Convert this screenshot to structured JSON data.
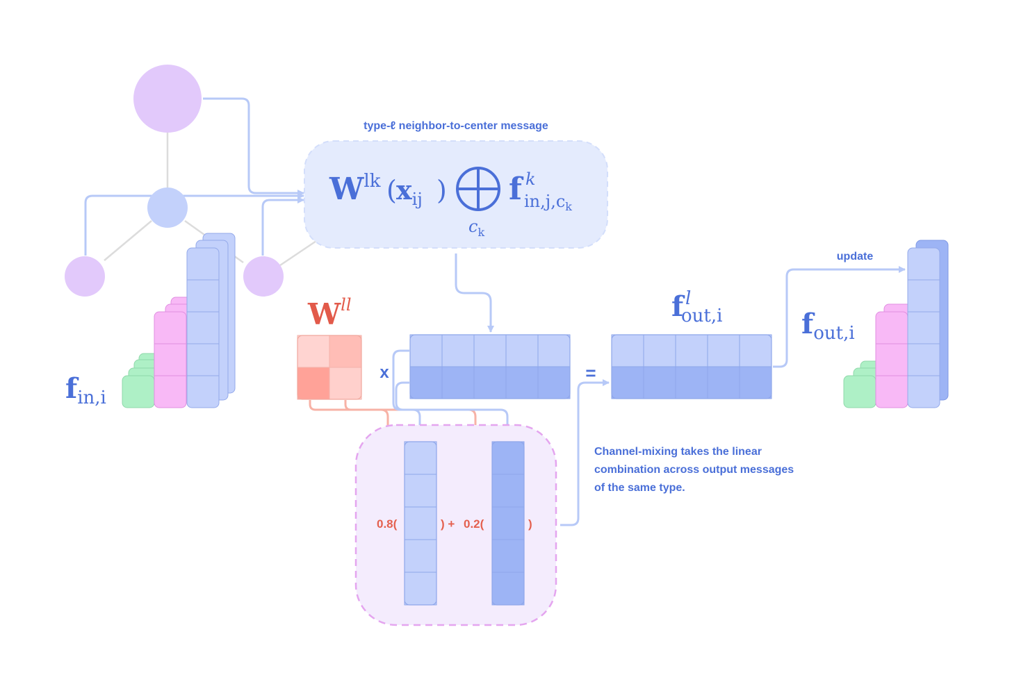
{
  "labels": {
    "message_title": "type-ℓ neighbor-to-center message",
    "update": "update",
    "times_sign": "x",
    "equals_sign": "=",
    "coef_a": "0.8(",
    "close_plus": ") +",
    "coef_b": "0.2(",
    "close_paren": ")",
    "caption_line1": "Channel-mixing takes the linear",
    "caption_line2": "combination across output messages",
    "caption_line3": "of the same type."
  },
  "math": {
    "msg_W": "W",
    "msg_W_sup": "lk",
    "msg_lparen": "(",
    "msg_x": "x",
    "msg_x_sub": "ij",
    "msg_rparen": ")",
    "msg_oplus_sub": "c",
    "msg_oplus_subsub": "k",
    "msg_f": "f",
    "msg_f_sup": "k",
    "msg_f_sub": "in,j,c",
    "msg_f_subsub": "k",
    "Wll": "W",
    "Wll_sup": "ll",
    "fin": "f",
    "fin_sub": "in,i",
    "foutl": "f",
    "foutl_sup": "l",
    "foutl_sub": "out,i",
    "fout": "f",
    "fout_sub": "out,i"
  },
  "colors": {
    "node_purple": "#e2c9fb",
    "node_blue": "#c3d1fb",
    "edge_gray": "#dcdcdc",
    "connector_blue": "#b7c9f7",
    "connector_red": "#f7b2a6",
    "message_box": "#e4ebfd",
    "text_blue": "#4a6fd8",
    "text_red": "#e25a4a",
    "cell_light": "#c3d1fb",
    "cell_dark": "#9db4f5",
    "cell_pink": "#f8b9f6",
    "cell_green": "#aef0c6",
    "mix_box": "#f4ecfd",
    "mix_border": "#e4a5ef"
  },
  "weight_matrix": [
    [
      0.15,
      0.45
    ],
    [
      0.8,
      0.2
    ]
  ],
  "channel_mix_weights": [
    0.8,
    0.2
  ]
}
